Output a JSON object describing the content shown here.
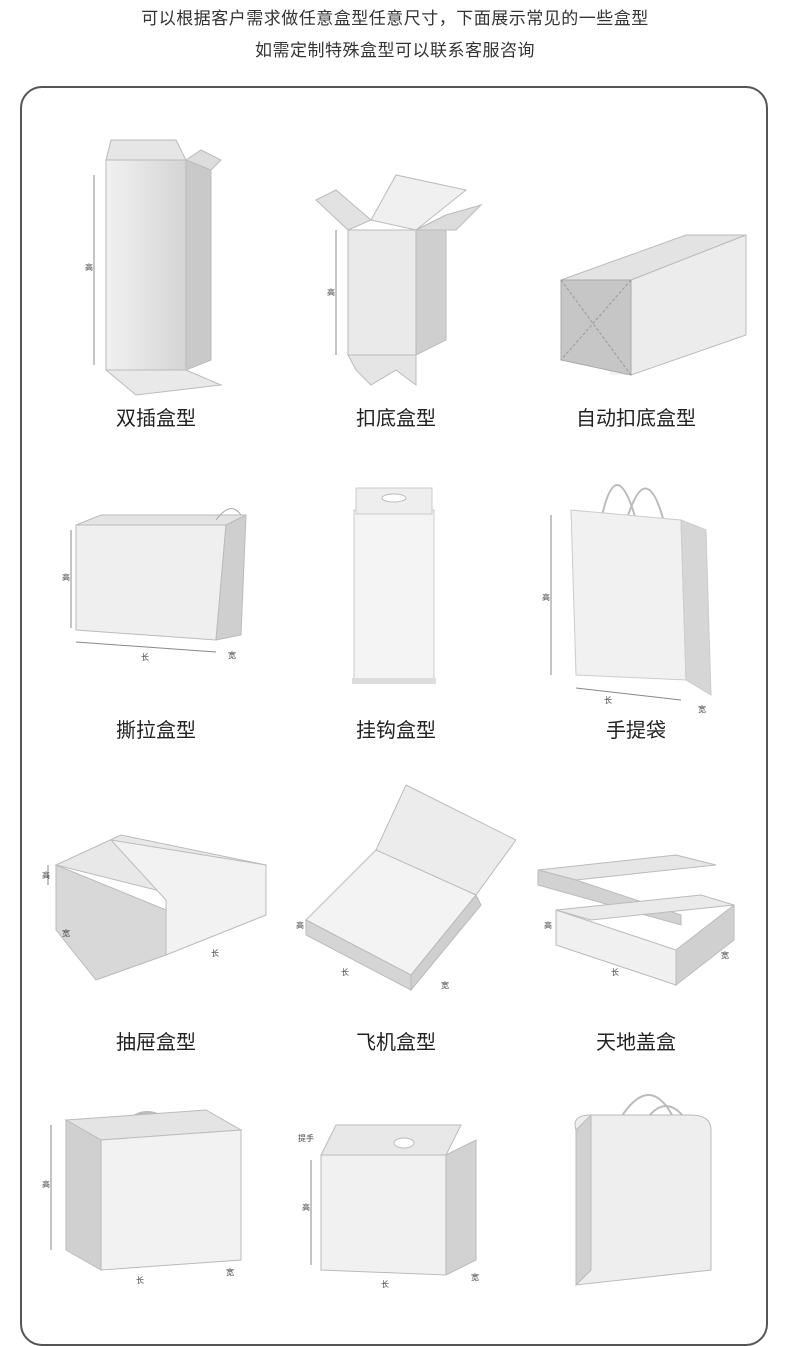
{
  "intro": {
    "line1": "可以根据客户需求做任意盒型任意尺寸，下面展示常见的一些盒型",
    "line2": "如需定制特殊盒型可以联系客服咨询"
  },
  "dims": {
    "height": "高",
    "length": "长",
    "width": "宽",
    "handle": "提手"
  },
  "boxes": [
    {
      "label": "双插盒型",
      "icon": "tall-tuck-end-box"
    },
    {
      "label": "扣底盒型",
      "icon": "snap-lock-bottom-box"
    },
    {
      "label": "自动扣底盒型",
      "icon": "auto-lock-bottom-box"
    },
    {
      "label": "撕拉盒型",
      "icon": "tear-strip-box"
    },
    {
      "label": "挂钩盒型",
      "icon": "hang-tab-box"
    },
    {
      "label": "手提袋",
      "icon": "paper-shopping-bag"
    },
    {
      "label": "抽屉盒型",
      "icon": "drawer-box"
    },
    {
      "label": "飞机盒型",
      "icon": "mailer-box"
    },
    {
      "label": "天地盖盒",
      "icon": "lid-and-base-box"
    },
    {
      "label": "",
      "icon": "handle-suitcase-box"
    },
    {
      "label": "",
      "icon": "gable-handle-box"
    },
    {
      "label": "",
      "icon": "rope-handle-gift-box"
    }
  ]
}
